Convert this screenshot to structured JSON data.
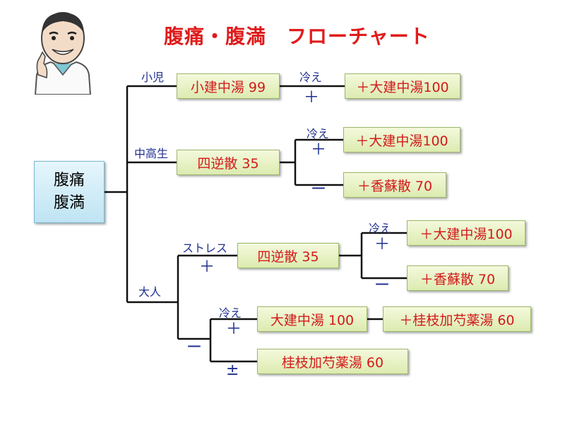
{
  "title": "腹痛・腹満　フローチャート",
  "root": {
    "line1": "腹痛",
    "line2": "腹満"
  },
  "branches": {
    "child": "小児",
    "middle": "中高生",
    "adult": "大人",
    "stress": "ストレス"
  },
  "cold_label": "冷え",
  "signs": {
    "plus": "＋",
    "minus": "ー",
    "plusminus": "±"
  },
  "boxes": {
    "b1": "小建中湯 99",
    "b2": "＋大建中湯100",
    "b3": "四逆散 35",
    "b4": "＋大建中湯100",
    "b5": "＋香蘇散 70",
    "b6": "四逆散 35",
    "b7": "＋大建中湯100",
    "b8": "＋香蘇散 70",
    "b9": "大建中湯 100",
    "b10": "＋桂枝加芍薬湯 60",
    "b11": "桂枝加芍薬湯 60"
  },
  "colors": {
    "title": "#e01b1b",
    "box_text": "#d21a1a",
    "label": "#1f2f8f",
    "box_fill": "#e6f0c4",
    "root_fill": "#cfeaf6"
  }
}
